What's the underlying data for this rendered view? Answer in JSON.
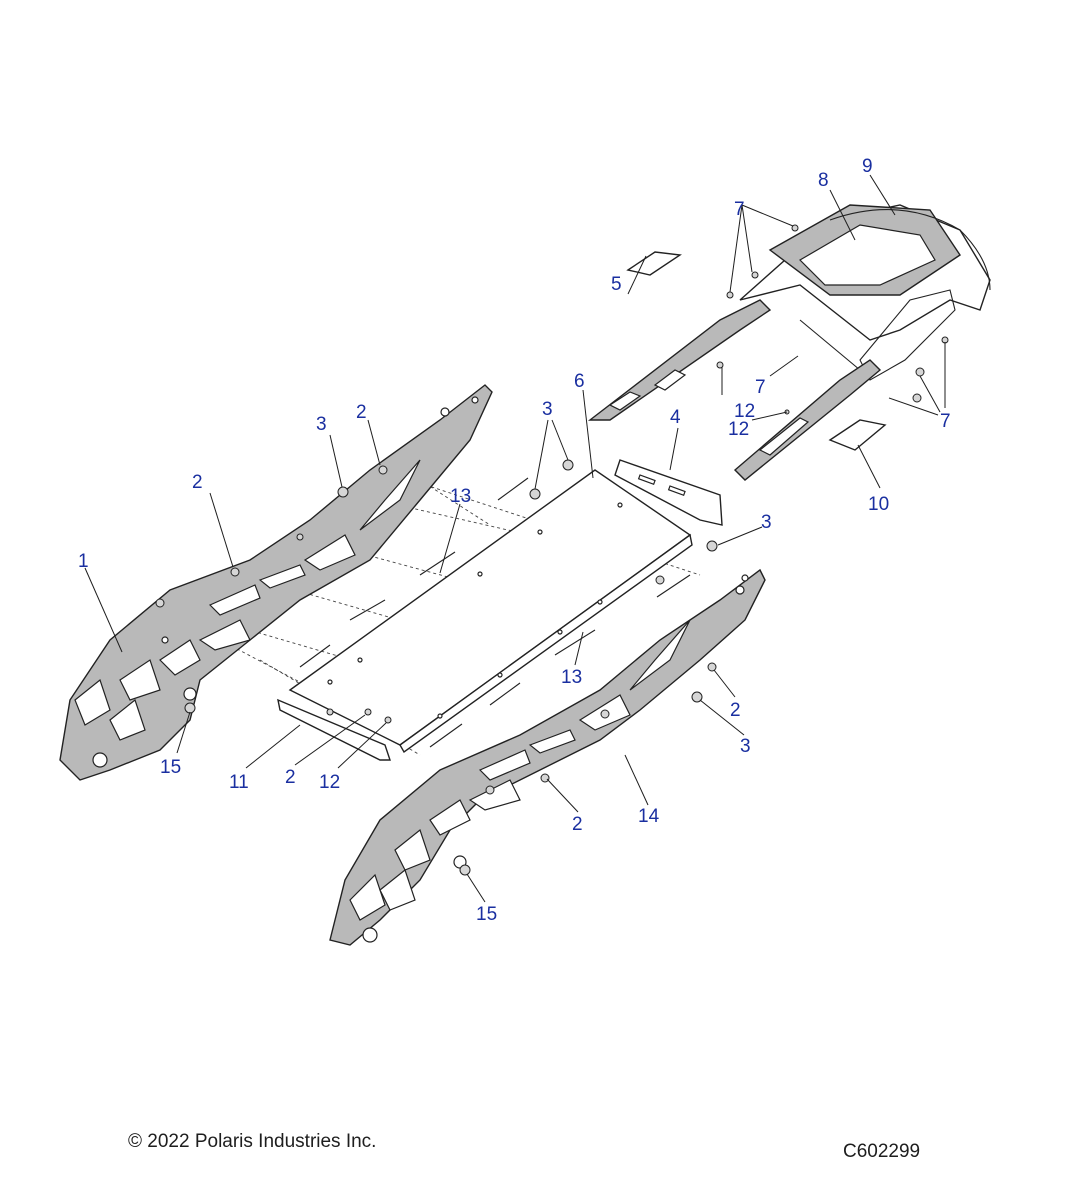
{
  "footer": {
    "copyright": "© 2022 Polaris Industries Inc.",
    "figure_id": "C602299"
  },
  "callouts": {
    "c1": "1",
    "c2a": "2",
    "c2b": "2",
    "c2c": "2",
    "c2d": "2",
    "c2e": "2",
    "c3a": "3",
    "c3b": "3",
    "c3c": "3",
    "c3d": "3",
    "c4": "4",
    "c5": "5",
    "c6": "6",
    "c7a": "7",
    "c7b": "7",
    "c7c": "7",
    "c8": "8",
    "c9": "9",
    "c10": "10",
    "c11": "11",
    "c12a": "12",
    "c12b": "12",
    "c12c": "12",
    "c13a": "13",
    "c13b": "13",
    "c14": "14",
    "c15a": "15",
    "c15b": "15"
  }
}
